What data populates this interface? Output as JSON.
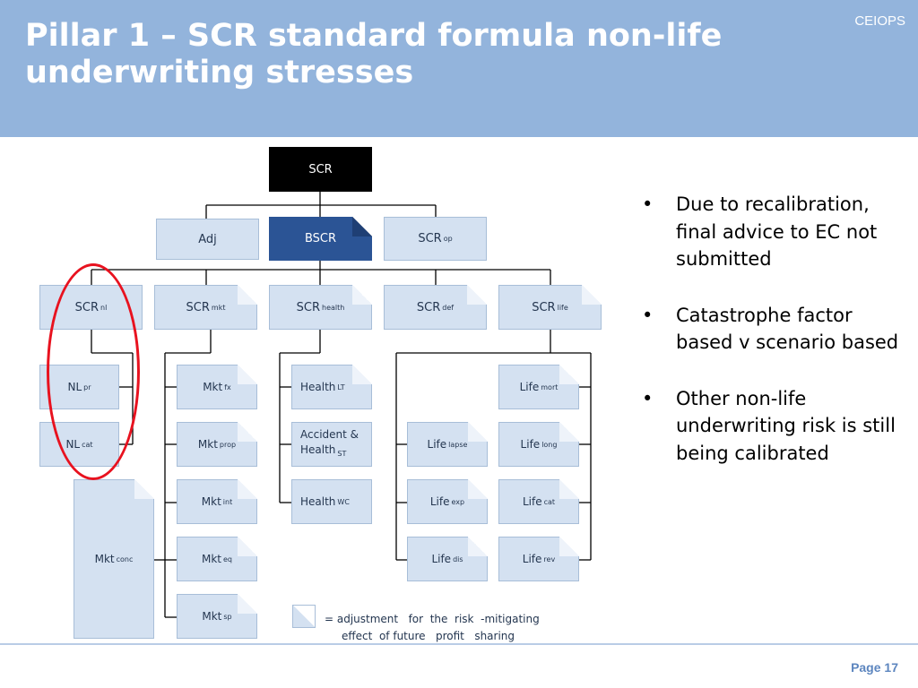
{
  "header": {
    "title": "Pillar 1 – SCR standard formula non-life underwriting stresses",
    "brand": "CEIOPS",
    "background_color": "#93b4dc"
  },
  "diagram": {
    "top": {
      "label": "SCR",
      "sub": ""
    },
    "level1": [
      {
        "label": "Adj",
        "sub": ""
      },
      {
        "label": "BSCR",
        "sub": ""
      },
      {
        "label": "SCR",
        "sub": "op"
      }
    ],
    "level2": [
      {
        "label": "SCR",
        "sub": "nl"
      },
      {
        "label": "SCR",
        "sub": "mkt"
      },
      {
        "label": "SCR",
        "sub": "health"
      },
      {
        "label": "SCR",
        "sub": "def"
      },
      {
        "label": "SCR",
        "sub": "life"
      }
    ],
    "non_life": [
      {
        "label": "NL",
        "sub": "pr"
      },
      {
        "label": "NL",
        "sub": "cat"
      }
    ],
    "market": [
      {
        "label": "Mkt",
        "sub": "fx"
      },
      {
        "label": "Mkt",
        "sub": "prop"
      },
      {
        "label": "Mkt",
        "sub": "int"
      },
      {
        "label": "Mkt",
        "sub": "eq"
      },
      {
        "label": "Mkt",
        "sub": "sp"
      },
      {
        "label": "Mkt",
        "sub": "conc"
      }
    ],
    "health": [
      {
        "label": "Health",
        "sub": "LT"
      },
      {
        "label_line1": "Accident &",
        "label_line2": "Health",
        "sub": "ST"
      },
      {
        "label": "Health",
        "sub": "WC"
      }
    ],
    "life_left": [
      {
        "label": "Life",
        "sub": "lapse"
      },
      {
        "label": "Life",
        "sub": "exp"
      },
      {
        "label": "Life",
        "sub": "dis"
      }
    ],
    "life_right": [
      {
        "label": "Life",
        "sub": "mort"
      },
      {
        "label": "Life",
        "sub": "long"
      },
      {
        "label": "Life",
        "sub": "cat"
      },
      {
        "label": "Life",
        "sub": "rev"
      }
    ],
    "legend": {
      "line1": "= adjustment   for  the  risk  -mitigating",
      "line2": "effect  of future   profit   sharing"
    },
    "colors": {
      "box_fill": "#d4e1f1",
      "box_border": "#a8bed8",
      "bscr_fill": "#2b5495",
      "scr_fill": "#000000",
      "highlight": "#e8121f",
      "connector": "#000000"
    }
  },
  "bullets": [
    "Due to recalibration, final advice to EC not submitted",
    "Catastrophe factor based v scenario based",
    "Other non-life underwriting risk is still being calibrated"
  ],
  "footer": {
    "page_label": "Page 17"
  }
}
